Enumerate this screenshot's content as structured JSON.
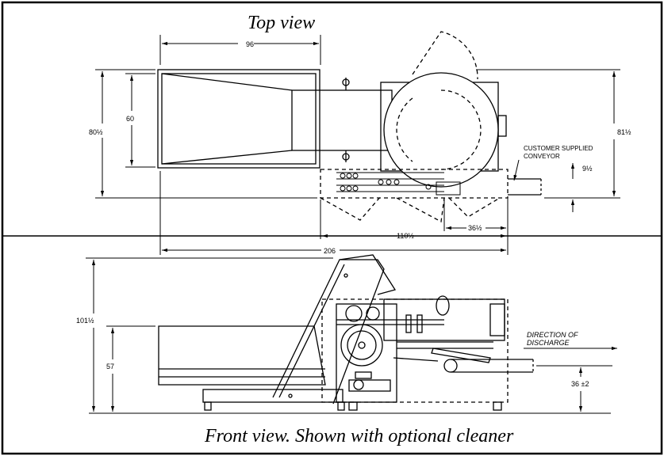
{
  "captions": {
    "top_view": "Top view",
    "front_view": "Front view. Shown with optional cleaner"
  },
  "dimensions": {
    "top_width": "96",
    "top_height_inner": "60",
    "top_height_outer": "80½",
    "right_height": "81½",
    "conveyor_offset": "9½",
    "discharge_offset": "36½",
    "span_mid": "110½",
    "overall_length": "206",
    "front_overall_height": "101½",
    "front_bed_height": "57",
    "discharge_height": "36 ±2"
  },
  "labels": {
    "conveyor_line1": "CUSTOMER SUPPLIED",
    "conveyor_line2": "CONVEYOR",
    "direction_line1": "DIRECTION OF",
    "direction_line2": "DISCHARGE"
  }
}
